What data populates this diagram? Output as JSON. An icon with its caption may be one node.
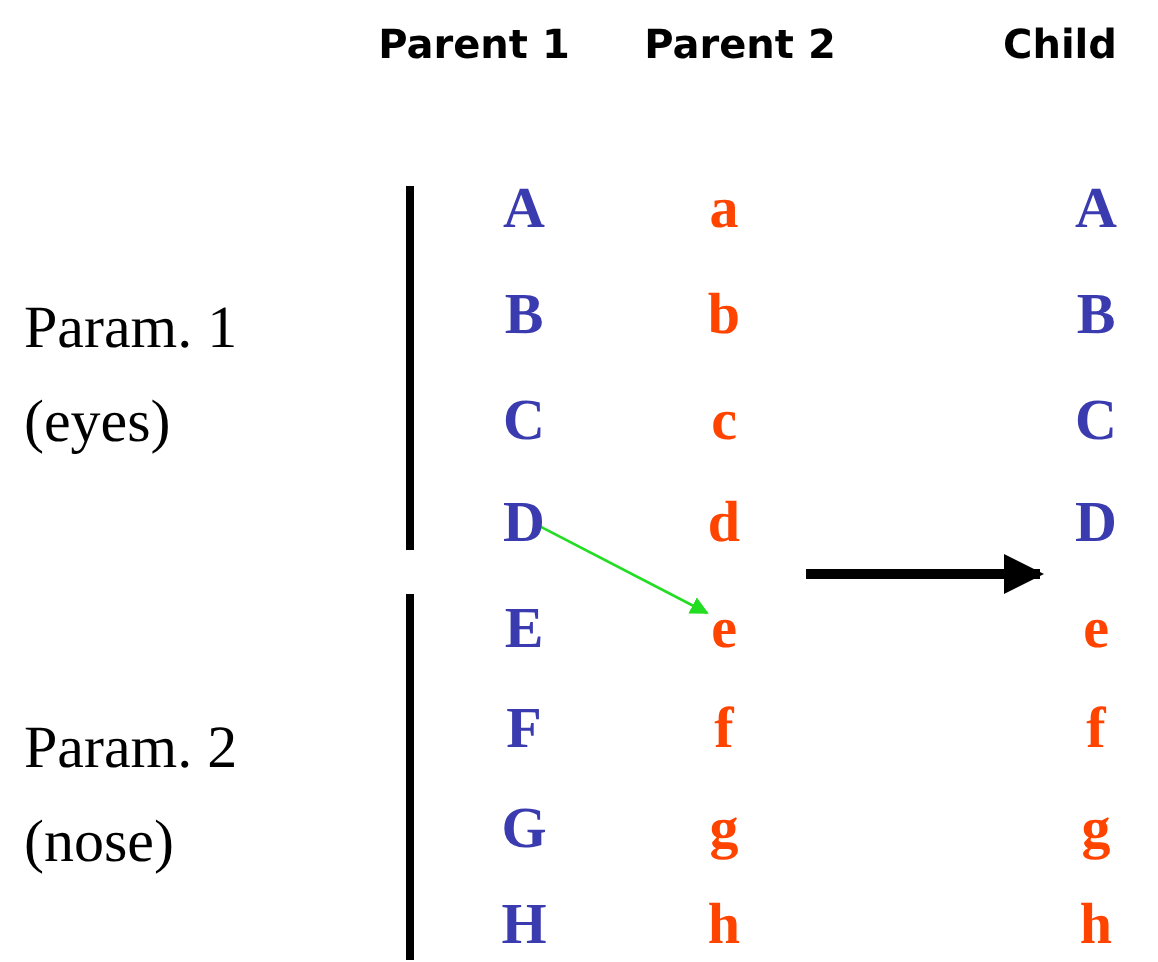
{
  "diagram": {
    "nodes": [
      {
        "text": [
          "D"
        ]
      },
      {
        "text": [
          "e"
        ]
      }
    ],
    "edges": [
      {
        "from": 0,
        "to": 1,
        "arrow": "to"
      }
    ],
    "labels": [
      "Parent 1",
      "Parent 2",
      "Child",
      "A",
      "a",
      "A",
      "B",
      "b",
      "B",
      "Param. 1 (eyes)",
      "C",
      "c",
      "C",
      "d",
      "D",
      "E",
      "e",
      "F",
      "f",
      "f",
      "Param. 2 (nose)",
      "G",
      "g",
      "g",
      "H",
      "h",
      "h"
    ]
  }
}
